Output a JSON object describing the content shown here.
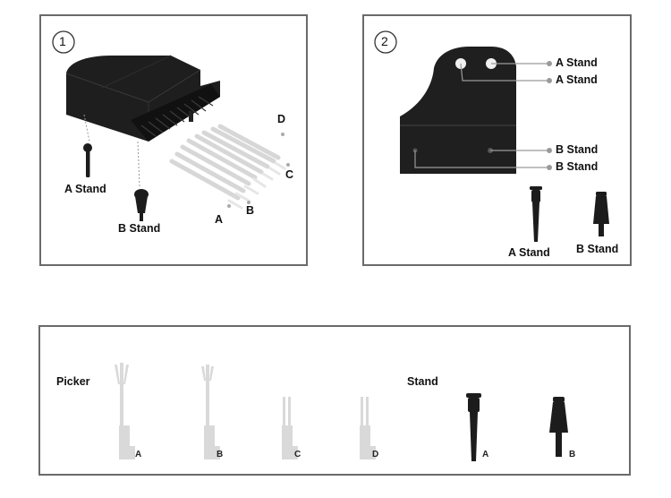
{
  "step1": {
    "number": "1",
    "a_stand": "A Stand",
    "b_stand": "B Stand",
    "pick_a": "A",
    "pick_b": "B",
    "pick_c": "C",
    "pick_d": "D"
  },
  "step2": {
    "number": "2",
    "callouts": [
      "A Stand",
      "A Stand",
      "B Stand",
      "B Stand"
    ],
    "a_stand": "A Stand",
    "b_stand": "B Stand"
  },
  "legend": {
    "picker_title": "Picker",
    "stand_title": "Stand",
    "pickers": [
      "A",
      "B",
      "C",
      "D"
    ],
    "stands": [
      "A",
      "B"
    ]
  },
  "colors": {
    "border": "#6a6a6a",
    "piano": "#1b1b1b",
    "picker": "#d9d9d9",
    "callout_dot": "#9a9a9a"
  }
}
